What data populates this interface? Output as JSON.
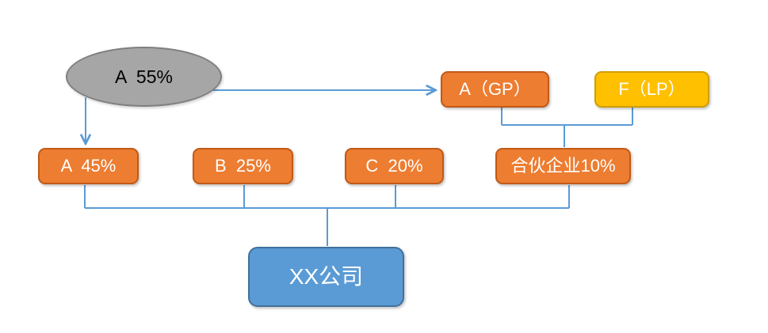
{
  "diagram": {
    "type": "org-equity-structure-flowchart",
    "background": "#FFFFFF",
    "connector_color": "#5B9BD5",
    "nodes": {
      "ellipse_a55": {
        "label": "A  55%",
        "shape": "ellipse",
        "fill": "#A6A6A6",
        "border": "#7F7F7F",
        "text_color": "#000000"
      },
      "a_gp": {
        "label": "A（GP）",
        "shape": "rounded-rect",
        "fill": "#ED7D31",
        "border": "#C05A17",
        "text_color": "#FFFFFF"
      },
      "f_lp": {
        "label": "F（LP）",
        "shape": "rounded-rect",
        "fill": "#FFC000",
        "border": "#D19E00",
        "text_color": "#FFFFFF"
      },
      "a_45": {
        "label": "A  45%",
        "shape": "rounded-rect",
        "fill": "#ED7D31",
        "border": "#C05A17",
        "text_color": "#FFFFFF"
      },
      "b_25": {
        "label": "B  25%",
        "shape": "rounded-rect",
        "fill": "#ED7D31",
        "border": "#C05A17",
        "text_color": "#FFFFFF"
      },
      "c_20": {
        "label": "C  20%",
        "shape": "rounded-rect",
        "fill": "#ED7D31",
        "border": "#C05A17",
        "text_color": "#FFFFFF"
      },
      "partnership_10": {
        "label": "合伙企业10%",
        "shape": "rounded-rect",
        "fill": "#ED7D31",
        "border": "#C05A17",
        "text_color": "#FFFFFF"
      },
      "company": {
        "label": "XX公司",
        "shape": "rounded-rect",
        "fill": "#5B9BD5",
        "border": "#41719C",
        "text_color": "#FFFFFF"
      }
    },
    "edges": [
      {
        "from": "ellipse_a55",
        "to": "a_gp",
        "style": "arrow"
      },
      {
        "from": "ellipse_a55",
        "to": "a_45",
        "style": "arrow"
      },
      {
        "from": "a_gp",
        "to": "partnership_10",
        "style": "line"
      },
      {
        "from": "f_lp",
        "to": "partnership_10",
        "style": "line"
      },
      {
        "from": "a_45",
        "to": "company",
        "style": "line"
      },
      {
        "from": "b_25",
        "to": "company",
        "style": "line"
      },
      {
        "from": "c_20",
        "to": "company",
        "style": "line"
      },
      {
        "from": "partnership_10",
        "to": "company",
        "style": "line"
      }
    ]
  }
}
